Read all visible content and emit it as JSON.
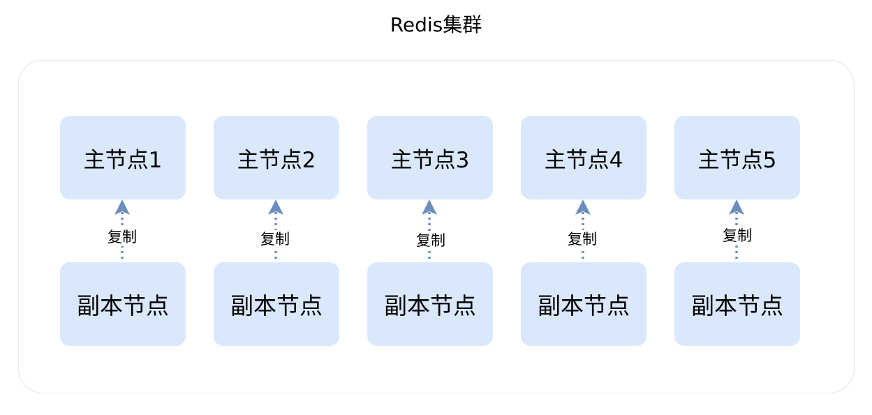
{
  "title": "Redis集群",
  "primary_nodes": [
    "主节点1",
    "主节点2",
    "主节点3",
    "主节点4",
    "主节点5"
  ],
  "replica_nodes": [
    "副本节点",
    "副本节点",
    "副本节点",
    "副本节点",
    "副本节点"
  ],
  "replication_labels": [
    "复制",
    "复制",
    "复制",
    "复制",
    "复制"
  ],
  "colors": {
    "node_fill": "#dae8fc",
    "arrow": "#6c8ebf",
    "cluster_border": "#e6e6e6"
  }
}
